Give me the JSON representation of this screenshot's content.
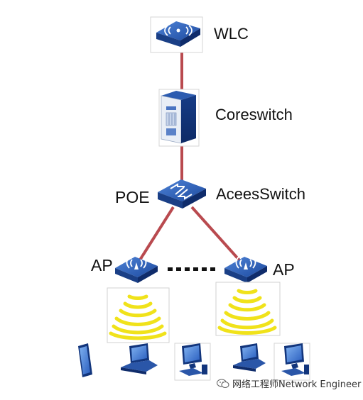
{
  "nodes": {
    "wlc": {
      "label": "WLC",
      "icon": "wlc-icon"
    },
    "core": {
      "label": "Coreswitch",
      "icon": "core-switch-icon"
    },
    "access": {
      "label": "AceesSwitch",
      "icon": "access-switch-icon"
    },
    "poe": {
      "label": "POE"
    },
    "ap_left": {
      "label": "AP",
      "icon": "access-point-icon"
    },
    "ap_right": {
      "label": "AP",
      "icon": "access-point-icon"
    }
  },
  "clients": [
    {
      "icon": "tablet-icon"
    },
    {
      "icon": "laptop-icon"
    },
    {
      "icon": "desktop-icon"
    },
    {
      "icon": "laptop-icon"
    },
    {
      "icon": "desktop-icon"
    }
  ],
  "watermark": {
    "text": "网络工程师Network Engineer",
    "icon": "wechat-icon"
  },
  "colors": {
    "link": "#b94a4f",
    "device_blue": "#1f4fa6",
    "wireless": "#f0e21a",
    "dots": "#111111"
  }
}
